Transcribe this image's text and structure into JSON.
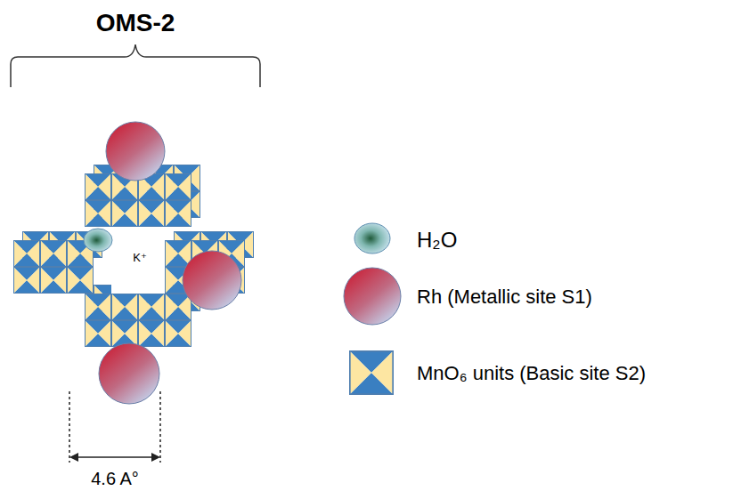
{
  "diagram": {
    "title": "OMS-2",
    "labels": [
      "K⁺",
      "4.6 A°"
    ],
    "legend": [
      {
        "text": "H₂O"
      },
      {
        "text": "Rh (Metallic site S1)"
      },
      {
        "text": "MnO₆ units (Basic site S2)"
      }
    ]
  }
}
